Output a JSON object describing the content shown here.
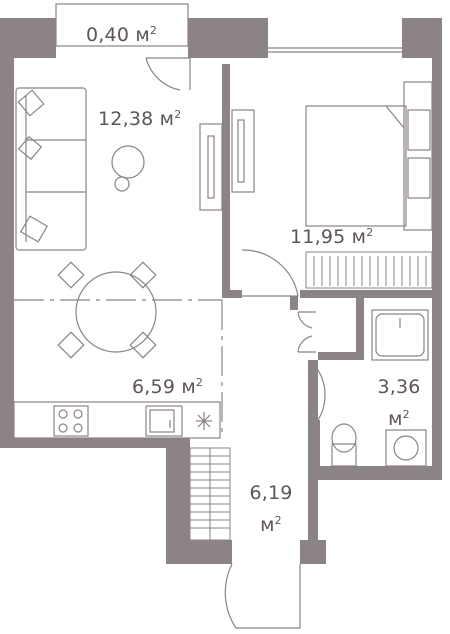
{
  "plan": {
    "wall_color": "#8b8385",
    "line_color": "#8b8385",
    "label_color": "#5e5557",
    "unit": "м",
    "unit_power": "2",
    "rooms": [
      {
        "id": "balcony",
        "area": "0,40"
      },
      {
        "id": "living-room",
        "area": "12,38"
      },
      {
        "id": "bedroom",
        "area": "11,95"
      },
      {
        "id": "kitchen",
        "area": "6,59"
      },
      {
        "id": "bathroom",
        "area": "3,36"
      },
      {
        "id": "hallway",
        "area": "6,19"
      }
    ],
    "icons": [
      "sofa-icon",
      "coffee-table-icon",
      "dining-table-icon",
      "bed-icon",
      "wardrobe-icon",
      "stove-icon",
      "sink-icon",
      "fridge-snowflake-icon",
      "toilet-icon",
      "shower-icon",
      "door-icon",
      "stairs-icon",
      "radiator-icon"
    ]
  }
}
